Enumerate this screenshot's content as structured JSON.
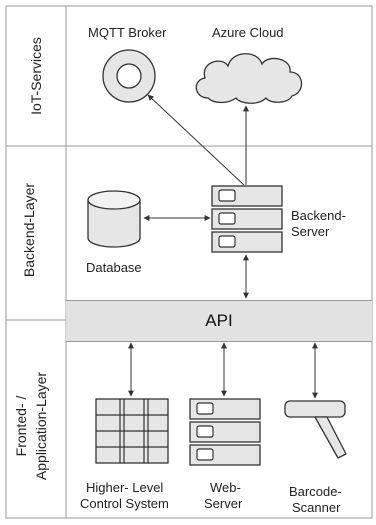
{
  "layers": {
    "iot": "IoT-Services",
    "backend": "Backend-Layer",
    "frontend_line1": "Fronted- /",
    "frontend_line2": "Application-Layer"
  },
  "nodes": {
    "mqtt_broker": "MQTT Broker",
    "azure_cloud": "Azure Cloud",
    "database": "Database",
    "backend_server_line1": "Backend-",
    "backend_server_line2": "Server",
    "api": "API",
    "control_system_line1": "Higher- Level",
    "control_system_line2": "Control System",
    "web_server_line1": "Web-",
    "web_server_line2": "Server",
    "barcode_scanner_line1": "Barcode-",
    "barcode_scanner_line2": "Scanner"
  }
}
